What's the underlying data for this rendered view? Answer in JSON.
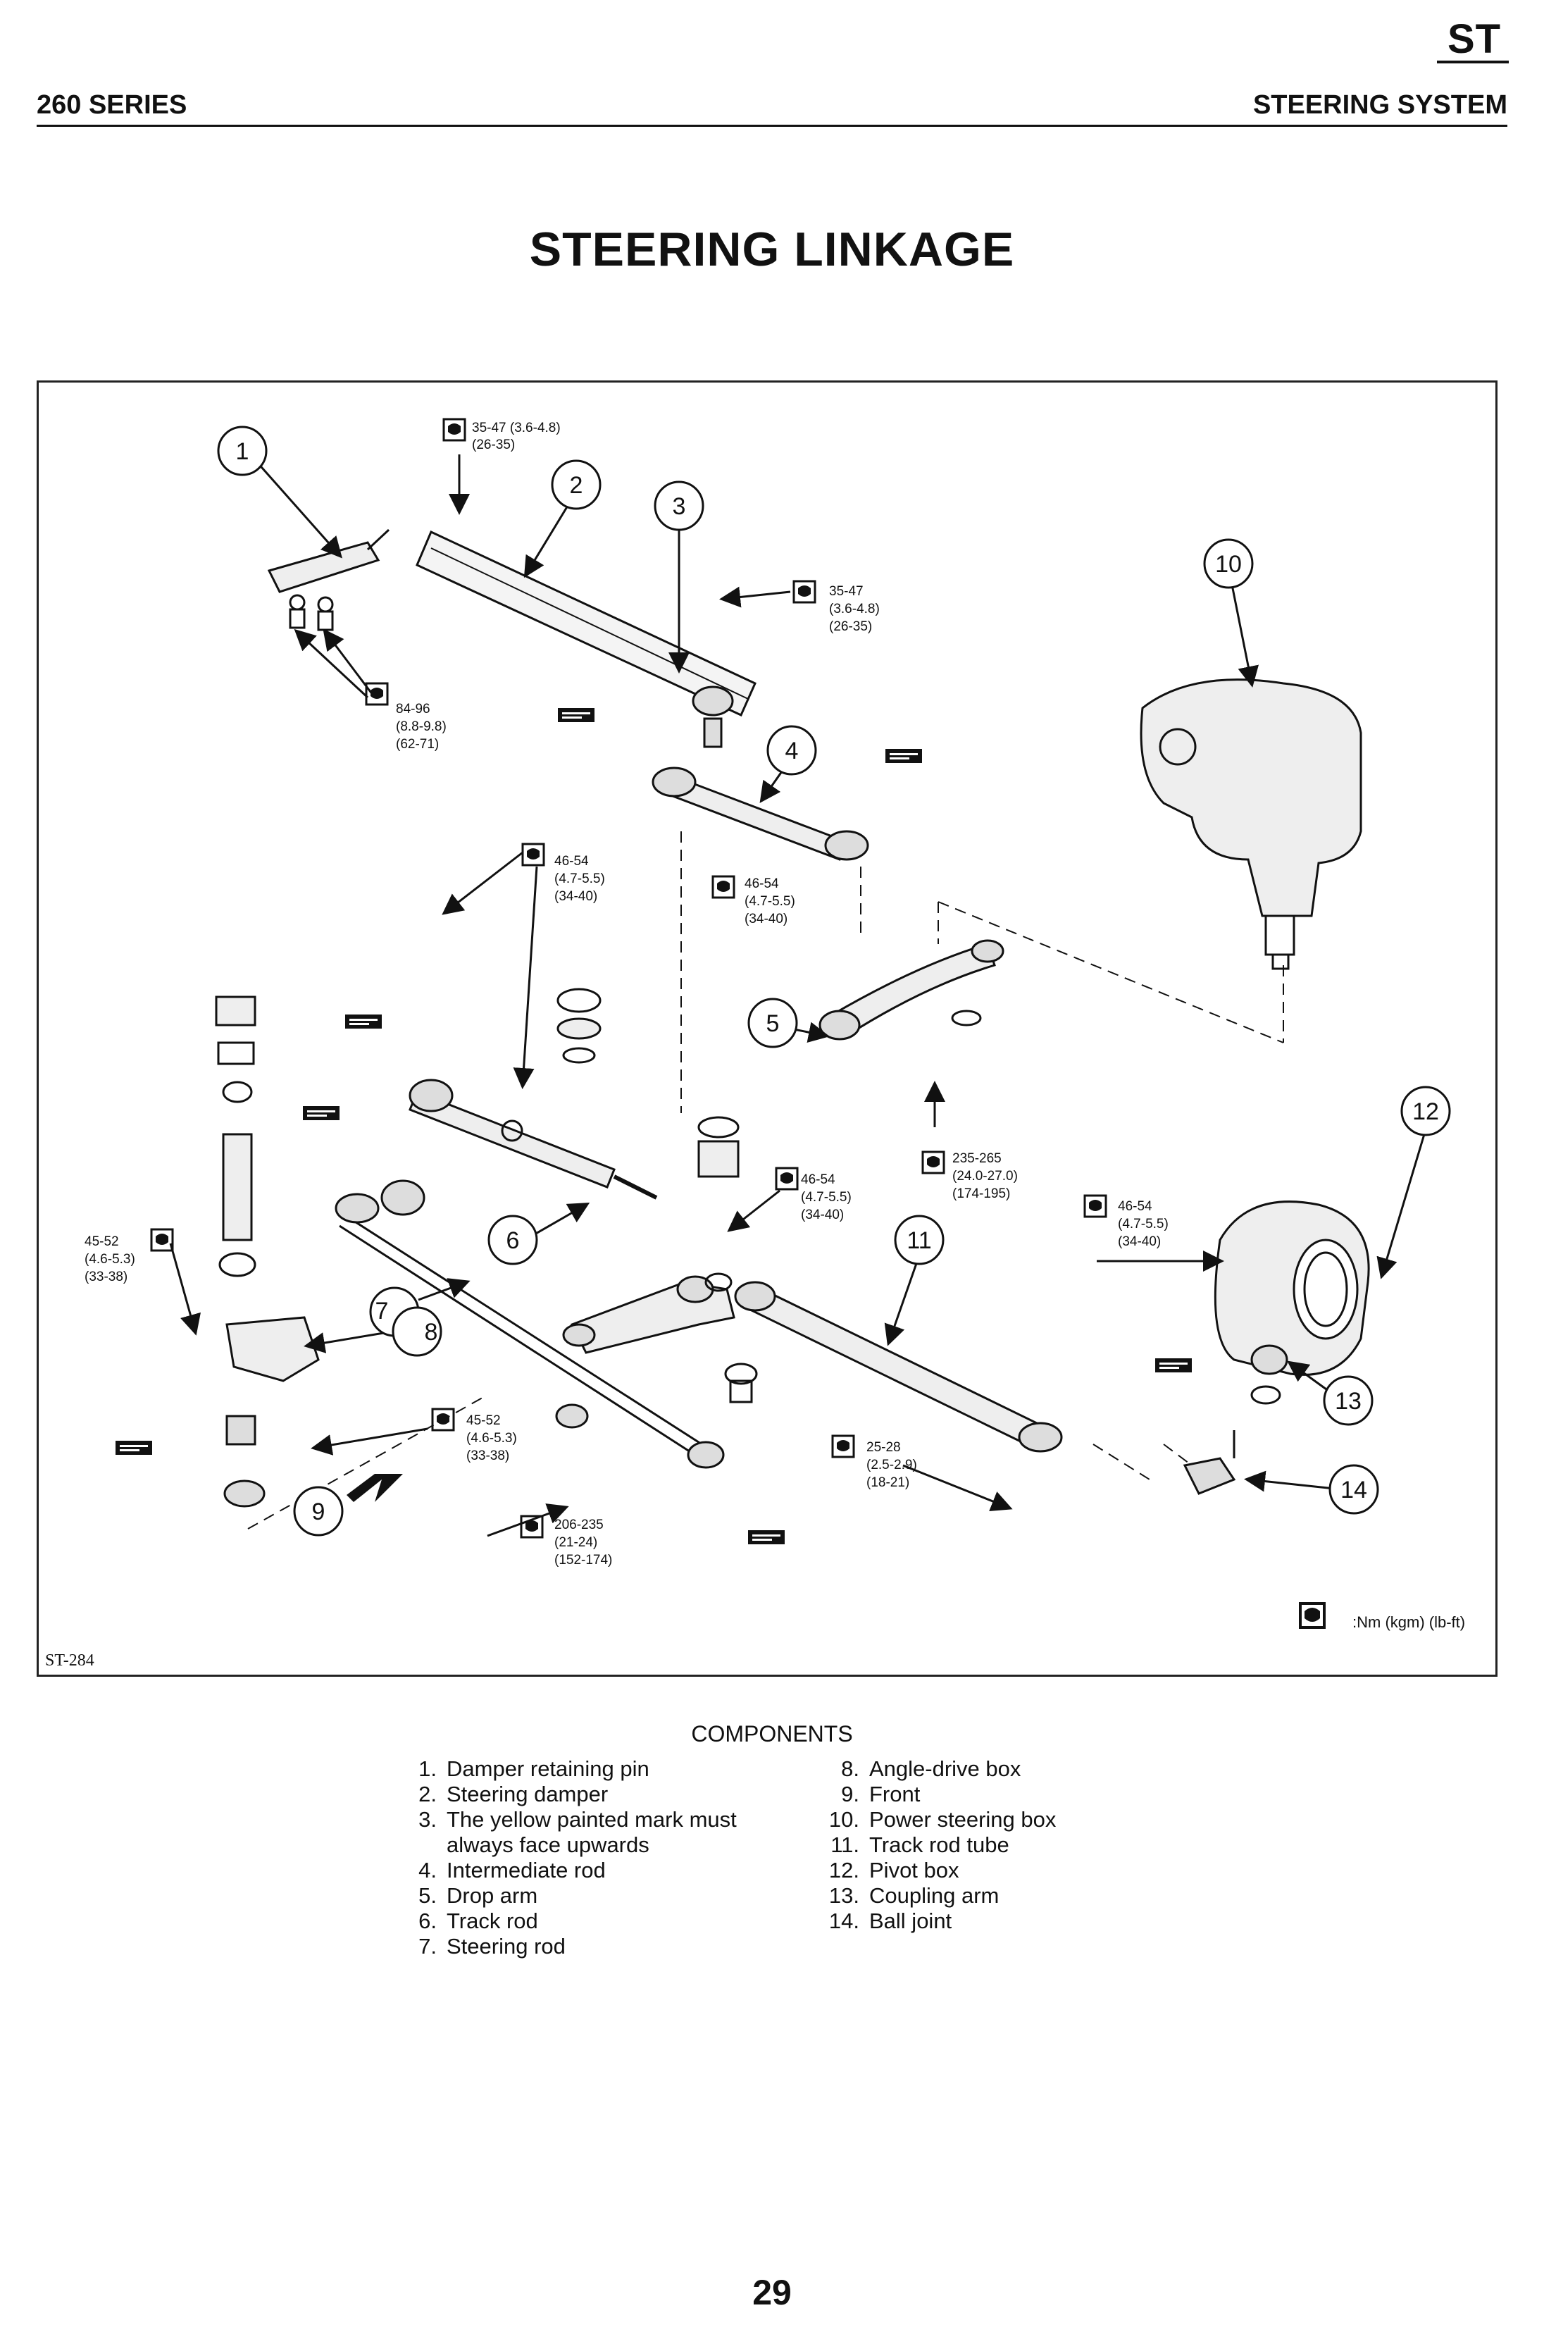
{
  "header": {
    "section_code": "ST",
    "series": "260 SERIES",
    "system": "STEERING SYSTEM"
  },
  "title": "STEERING LINKAGE",
  "figure": {
    "reference": "ST-284",
    "legend": ":Nm (kgm) (lb-ft)",
    "callouts": [
      "1",
      "2",
      "3",
      "4",
      "5",
      "6",
      "7",
      "8",
      "9",
      "10",
      "11",
      "12",
      "13",
      "14"
    ],
    "torque_specs": {
      "t1": [
        "35-47 (3.6-4.8)",
        "(26-35)"
      ],
      "t2": [
        "35-47",
        "(3.6-4.8)",
        "(26-35)"
      ],
      "t3": [
        "84-96",
        "(8.8-9.8)",
        "(62-71)"
      ],
      "t4": [
        "46-54",
        "(4.7-5.5)",
        "(34-40)"
      ],
      "t5": [
        "46-54",
        "(4.7-5.5)",
        "(34-40)"
      ],
      "t6": [
        "235-265",
        "(24.0-27.0)",
        "(174-195)"
      ],
      "t7": [
        "46-54",
        "(4.7-5.5)",
        "(34-40)"
      ],
      "t8": [
        "46-54",
        "(4.7-5.5)",
        "(34-40)"
      ],
      "t9": [
        "45-52",
        "(4.6-5.3)",
        "(33-38)"
      ],
      "t10": [
        "45-52",
        "(4.6-5.3)",
        "(33-38)"
      ],
      "t11": [
        "25-28",
        "(2.5-2.9)",
        "(18-21)"
      ],
      "t12": [
        "206-235",
        "(21-24)",
        "(152-174)"
      ]
    }
  },
  "components": {
    "title": "COMPONENTS",
    "left": [
      {
        "num": "1.",
        "label": "Damper retaining pin"
      },
      {
        "num": "2.",
        "label": "Steering damper"
      },
      {
        "num": "3.",
        "label": "The yellow painted mark must always face upwards"
      },
      {
        "num": "4.",
        "label": "Intermediate rod"
      },
      {
        "num": "5.",
        "label": "Drop arm"
      },
      {
        "num": "6.",
        "label": "Track rod"
      },
      {
        "num": "7.",
        "label": "Steering rod"
      }
    ],
    "right": [
      {
        "num": "8.",
        "label": "Angle-drive box"
      },
      {
        "num": "9.",
        "label": "Front"
      },
      {
        "num": "10.",
        "label": "Power steering box"
      },
      {
        "num": "11.",
        "label": "Track rod tube"
      },
      {
        "num": "12.",
        "label": "Pivot box"
      },
      {
        "num": "13.",
        "label": "Coupling arm"
      },
      {
        "num": "14.",
        "label": "Ball joint"
      }
    ]
  },
  "page_number": "29"
}
